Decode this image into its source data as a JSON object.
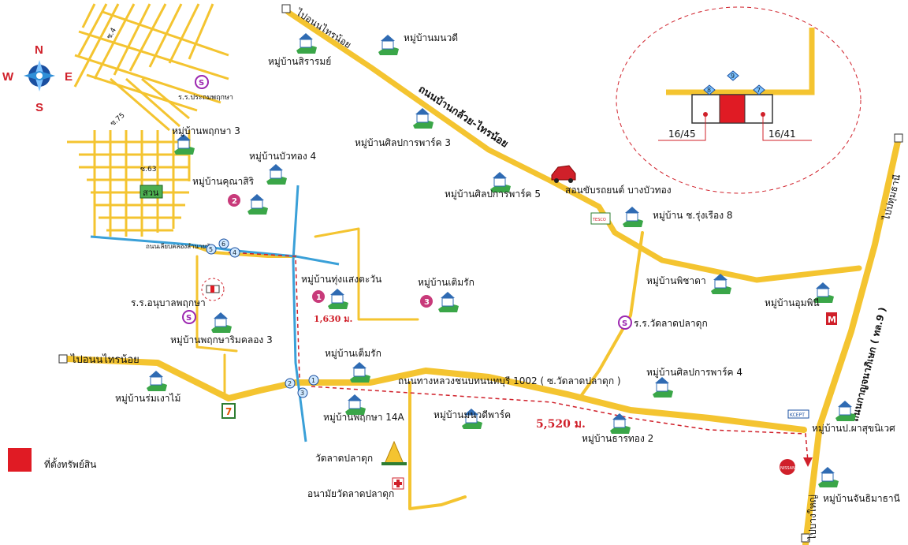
{
  "compass": {
    "n": "N",
    "s": "S",
    "e": "E",
    "w": "W"
  },
  "villages": {
    "v_manawadi": "หมู่บ้านมนวดี",
    "v_siraram": "หมู่บ้านสิรารมย์",
    "v_phruksa3": "หมู่บ้านพฤกษา 3",
    "v_buathong4": "หมู่บ้านบัวทอง 4",
    "v_khunasiri": "หมู่บ้านคุณาสิริ",
    "v_silpakorn3": "หมู่บ้านศิลปการพาร์ค 3",
    "v_silpakorn5": "หมู่บ้านศิลปการพาร์ค 5",
    "v_rungrueang8": "หมู่บ้าน ช.รุ่งเรือง 8",
    "v_thungsaeng": "หมู่บ้านทุ่งแสงตะวัน",
    "v_termrak": "หมู่บ้านเติมรัก",
    "v_phichada": "หมู่บ้านพิชาดา",
    "v_umphini": "หมู่บ้านอุมพินี",
    "v_phruksarim3": "หมู่บ้านพฤกษาริมคลอง 3",
    "v_temrak": "หมู่บ้านเต็มรัก",
    "v_silpakorn4": "หมู่บ้านศิลปการพาร์ค 4",
    "v_romngao": "หมู่บ้านร่มเงาไม้",
    "v_phruksa14": "หมู่บ้านพฤกษา 14A",
    "v_manawadipark": "หมู่บ้านมนวดีพาร์ค",
    "v_thanthong2": "หมู่บ้านธารทอง 2",
    "v_phasuk": "หมู่บ้านป.ผาสุขนิเวศ",
    "v_janthima": "หมู่บ้านจันธิมาธานี"
  },
  "places": {
    "driving_school": "สอนขับรถยนต์ บางบัวทอง",
    "school_anuban": "ร.ร.อนุบาลพฤกษา",
    "school_watlat": "ร.ร.วัดลาดปลาดุก",
    "school_prathom": "ร.ร.ประถมพฤกษา",
    "temple": "วัดลาดปลาดุก",
    "health_center": "อนามัยวัดลาดปลาดุก",
    "garden": "สวน"
  },
  "roads": {
    "to_sainoi_top": "ไปอนนไทรน้อย",
    "bankluai_sainoi": "ถนนบ้านกล้วย-ไทรน้อย",
    "to_sainoi_left": "ไปอนนไทรน้อย",
    "highway_1002": "ถนนทางหลวงชนบทนนทบุรี 1002 ( ซ.วัดลาดปลาดุก )",
    "kanchanaphisek": "ถนนกาญจนาภิเษก ( ทล.9 )",
    "to_pathum": "ไปปทุมธานี",
    "to_bangyai": "ไปบางใหญ่",
    "canal_road": "ถนนเลียบคลองลำนายบัว",
    "soi_label_a": "ซ.63",
    "soi_label_b": "ซ.4",
    "soi_label_c": "ซ.75"
  },
  "distances": {
    "d1": "1,630 ม.",
    "d2": "5,520 ม."
  },
  "inset": {
    "left_plot": "16/45",
    "right_plot": "16/41",
    "marker_top": "9",
    "marker_left": "8",
    "marker_right": "7"
  },
  "legend": {
    "property_location": "ที่ตั้งทรัพย์สิน"
  },
  "markers": {
    "m1": "1",
    "m2": "2",
    "m3": "3",
    "m4": "4",
    "m5": "5",
    "m6": "6"
  },
  "store_labels": {
    "seven": "7",
    "nissan": "NISSAN",
    "tesco": "TESCO",
    "kcept": "KCEPT"
  },
  "colors": {
    "road": "#f4c430",
    "canal": "#3aa0d8",
    "route": "#d0202a",
    "marker": "#c83a7a",
    "village": "#2e7d32",
    "property": "#e01b24"
  }
}
